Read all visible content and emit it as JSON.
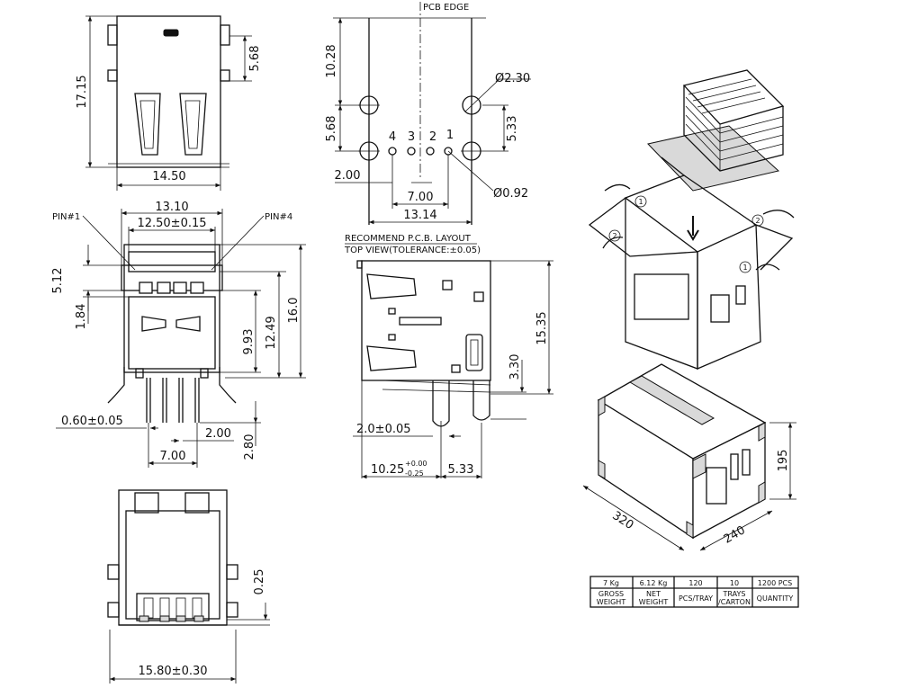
{
  "top_view": {
    "dim_height": "17.15",
    "dim_top_gap": "5.68",
    "dim_width": "14.50"
  },
  "pcb_layout": {
    "pcb_edge": "PCB EDGE",
    "dim_10_28": "10.28",
    "dim_5_68": "5.68",
    "dim_hole_big": "Ø2.30",
    "dim_5_33": "5.33",
    "pins": [
      "4",
      "3",
      "2",
      "1"
    ],
    "dim_2_00": "2.00",
    "dim_7_00": "7.00",
    "dim_hole_small": "Ø0.92",
    "dim_13_14": "13.14"
  },
  "front_view": {
    "dim_13_10": "13.10",
    "dim_12_50": "12.50±0.15",
    "pin1": "PIN#1",
    "pin4": "PIN#4",
    "dim_5_12": "5.12",
    "dim_1_84": "1.84",
    "dim_9_93": "9.93",
    "dim_12_49": "12.49",
    "dim_16_0": "16.0",
    "dim_0_60": "0.60±0.05",
    "dim_2_00": "2.00",
    "dim_2_80": "2.80",
    "dim_7_00": "7.00"
  },
  "side_view": {
    "caption1": "RECOMMEND P.C.B. LAYOUT",
    "caption2": "TOP VIEW(TOLERANCE:±0.05)",
    "dim_15_35": "15.35",
    "dim_3_30": "3.30",
    "dim_2_0": "2.0±0.05",
    "dim_10_25": "10.25",
    "tol_plus": "+0.00",
    "tol_minus": "-0.25",
    "dim_5_33": "5.33"
  },
  "bottom_view": {
    "dim_0_25": "0.25",
    "dim_width": "15.80±0.30"
  },
  "packaging": {
    "step1": "1",
    "step2": "2",
    "step2b": "2",
    "step1b": "1",
    "carton_len": "320",
    "carton_wid": "240",
    "carton_ht": "195",
    "table": {
      "values": [
        "7 Kg",
        "6.12 Kg",
        "120",
        "10",
        "1200 PCS"
      ],
      "headers": [
        [
          "GROSS",
          "WEIGHT"
        ],
        [
          "NET",
          "WEIGHT"
        ],
        [
          "PCS/TRAY"
        ],
        [
          "TRAYS",
          "/CARTON"
        ],
        [
          "QUANTITY"
        ]
      ]
    }
  }
}
